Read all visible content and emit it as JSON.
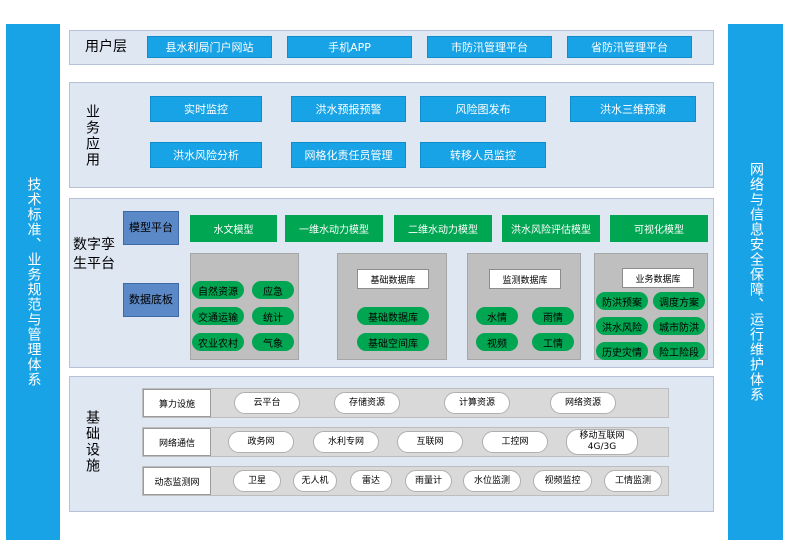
{
  "left_bar": "技术标准、业务规范与管理体系",
  "right_bar": "网络与信息安全保障、运行维护体系",
  "user_layer": {
    "label": "用户层",
    "items": [
      "县水利局门户网站",
      "手机APP",
      "市防汛管理平台",
      "省防汛管理平台"
    ]
  },
  "business_layer": {
    "label": "业务应用",
    "items": [
      "实时监控",
      "洪水预报预警",
      "风险图发布",
      "洪水三维预演",
      "洪水风险分析",
      "网格化责任员管理",
      "转移人员监控"
    ]
  },
  "twin_layer": {
    "label": "数字孪生平台",
    "model_label": "模型平台",
    "models": [
      "水文模型",
      "一维水动力模型",
      "二维水动力模型",
      "洪水风险评估模型",
      "可视化模型"
    ],
    "data_label": "数据底板",
    "resource_items": [
      "自然资源",
      "应急",
      "交通运输",
      "统计",
      "农业农村",
      "气象"
    ],
    "basic_db": {
      "title": "基础数据库",
      "items": [
        "基础数据库",
        "基础空间库"
      ]
    },
    "monitor_db": {
      "title": "监测数据库",
      "items": [
        "水情",
        "雨情",
        "视频",
        "工情"
      ]
    },
    "business_db": {
      "title": "业务数据库",
      "items": [
        "防洪预案",
        "调度方案",
        "洪水风险",
        "城市防洪",
        "历史灾情",
        "险工险段"
      ]
    }
  },
  "infra_layer": {
    "label": "基础设施",
    "rows": [
      {
        "label": "算力设施",
        "items": [
          "云平台",
          "存储资源",
          "计算资源",
          "网络资源"
        ]
      },
      {
        "label": "网络通信",
        "items": [
          "政务网",
          "水利专网",
          "互联网",
          "工控网",
          "移动互联网 4G/3G"
        ]
      },
      {
        "label": "动态监测网",
        "items": [
          "卫星",
          "无人机",
          "雷达",
          "雨量计",
          "水位监测",
          "视频监控",
          "工情监测"
        ]
      }
    ]
  }
}
